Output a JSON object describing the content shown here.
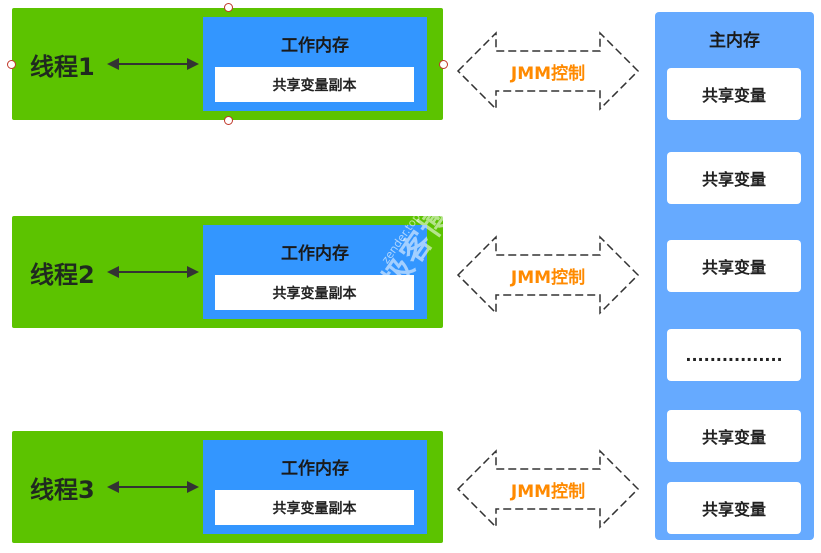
{
  "threads": [
    {
      "label": "线程1",
      "work_memory": "工作内存",
      "copy": "共享变量副本"
    },
    {
      "label": "线程2",
      "work_memory": "工作内存",
      "copy": "共享变量副本"
    },
    {
      "label": "线程3",
      "work_memory": "工作内存",
      "copy": "共享变量副本"
    }
  ],
  "jmm_labels": [
    "JMM控制",
    "JMM控制",
    "JMM控制"
  ],
  "main_memory": {
    "title": "主内存",
    "variables": [
      "共享变量",
      "共享变量",
      "共享变量",
      "................",
      "共享变量",
      "共享变量"
    ]
  },
  "watermark": {
    "text": "极客博客",
    "url": "zender.top"
  },
  "colors": {
    "thread": "#5cc300",
    "work_memory": "#3396ff",
    "main_memory": "#66aaff",
    "jmm_text": "#ff8a00"
  }
}
